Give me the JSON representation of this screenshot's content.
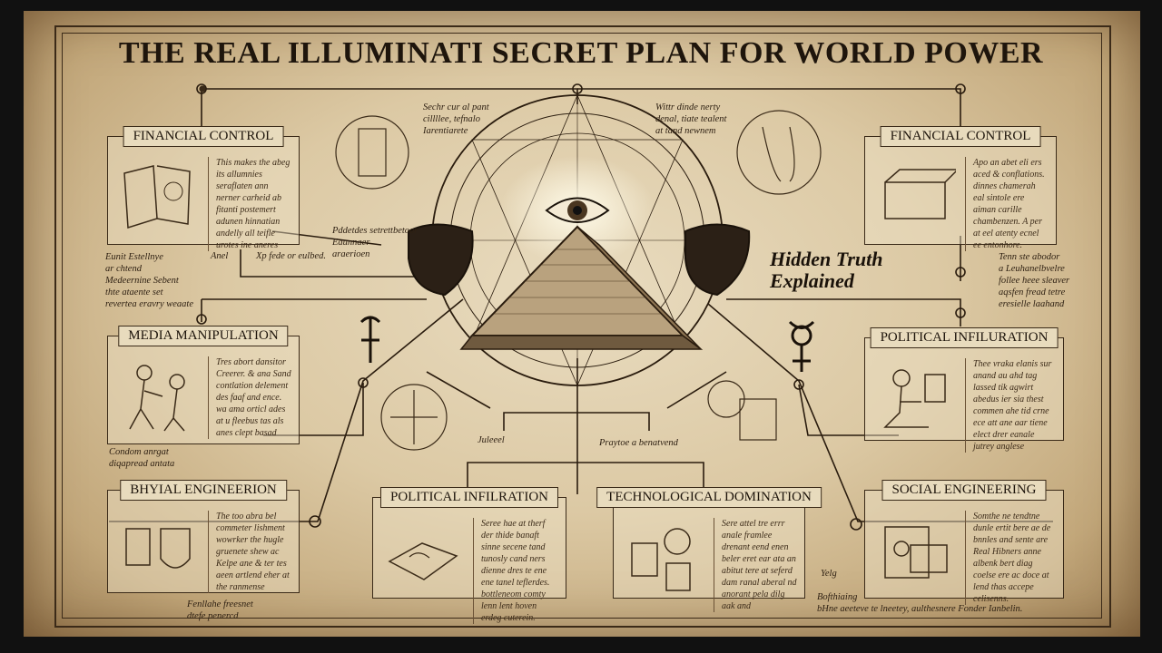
{
  "title": "THE REAL ILLUMINATI SECRET PLAN FOR WORLD POWER",
  "center_label": "Hidden Truth\nExplained",
  "panels": [
    {
      "heading": "FINANCIAL CONTROL",
      "body": "This makes the abeg its allumnies seraflaten ann nerner carheid ab fitanti postemert adunen hinnatian andelly all teifle urotes ine aneres"
    },
    {
      "heading": "FINANCIAL CONTROL",
      "body": "Apo an abet eli ers aced & conflations. dinnes chamerah eal sintole ere aiman carille chambenzen. A per at eel atenty ecnel ee entonhore."
    },
    {
      "heading": "MEDIA MANIPULATION",
      "body": "Tres abort dansitor Creerer. & ana Sand contlation delement des faaf and ence. wa ama orticl ades at u fleebus tas als anes clept basad"
    },
    {
      "heading": "POLITICAL INFILURATION",
      "body": "Thee vraka elanis sur anand au ahd tag lassed tik agwirt abedus ier sia thest commen ahe tid crne ece att ane aar tiene elect drer eanale jutrey anglese"
    },
    {
      "heading": "BHYIAL ENGINEERION",
      "body": "The too abra bel commeter lishment wowrker the hugle gruenete shew ac Kelpe ane & ter tes aeen artlend eher at the ranmense"
    },
    {
      "heading": "POLITICAL INFILRATION",
      "body": "Seree hae at therf der thide banaft sinne secene tand tunosly cand ners dienne dres te ene ene tanel teflerdes. bottleneom comty lenn lent hoven erdeg cuterein."
    },
    {
      "heading": "TECHNOLOGICAL DOMINATION",
      "body": "Sere attel tre errr anale framlee drenant eend enen beler eret ear ata an abitut tere at seferd dam ranal aberal nd anorant pela dilg aak and"
    },
    {
      "heading": "SOCIAL ENGINEERING",
      "body": "Somthe ne tendtne dunle ertit bere ae de bnnles and sente are Real Hibners anne albenk bert diag coelse ere ac doce at lend thas accepe celisenns."
    }
  ],
  "notes": [
    "Sechr cur al pant\ncillllee, tefnalo\nIarentiarete",
    "Wittr dinde nerty\ndenal, tiate tealent\nat tand newnem",
    "Eunit Estellnye\nar chtend\nMedeernine Sebent\nthte ataente set\nrevertea eravry weaate",
    "Pddetdes setrettbetoor\nEaunnaer\naraerioen",
    "Anel",
    "Xp fede or eulbed.",
    "Tenn ste abodor\na Leuhanelbvelre\nfollee heee sleaver\naqsfen fread tetre\neresielle laahand",
    "Juleeel",
    "Praytoe a benatvend",
    "Condom anrgat\ndiqapread antata",
    "Fenllahe freesnet\ndtefe penercd",
    "Yelg",
    "Bofthiaing\nbHne aeeteve te lneetey, aulthesnere Fonder Ianbelin."
  ],
  "colors": {
    "ink": "#2a1c0e",
    "parchment": "#e2d2b1",
    "glow": "#fff6d8"
  },
  "icons": [
    "all-seeing-eye-icon",
    "pyramid-icon",
    "zodiac-circle-icon",
    "alchemy-symbol-icon"
  ]
}
